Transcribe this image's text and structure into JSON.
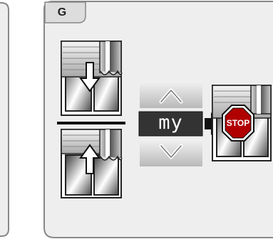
{
  "panel": {
    "letter": "G"
  },
  "remote": {
    "my_button_label": "my"
  },
  "stop_sign": {
    "label": "STOP"
  },
  "icons": [
    "shutter-down-window-icon",
    "shutter-up-window-icon",
    "up-chevron-icon",
    "my-button-icon",
    "down-chevron-icon",
    "right-arrow-icon",
    "stop-sign-icon"
  ],
  "colors": {
    "frame_fill": "#eeeeee",
    "frame_border": "#888888",
    "stop_red": "#b00000",
    "my_button_bg": "#333333"
  }
}
